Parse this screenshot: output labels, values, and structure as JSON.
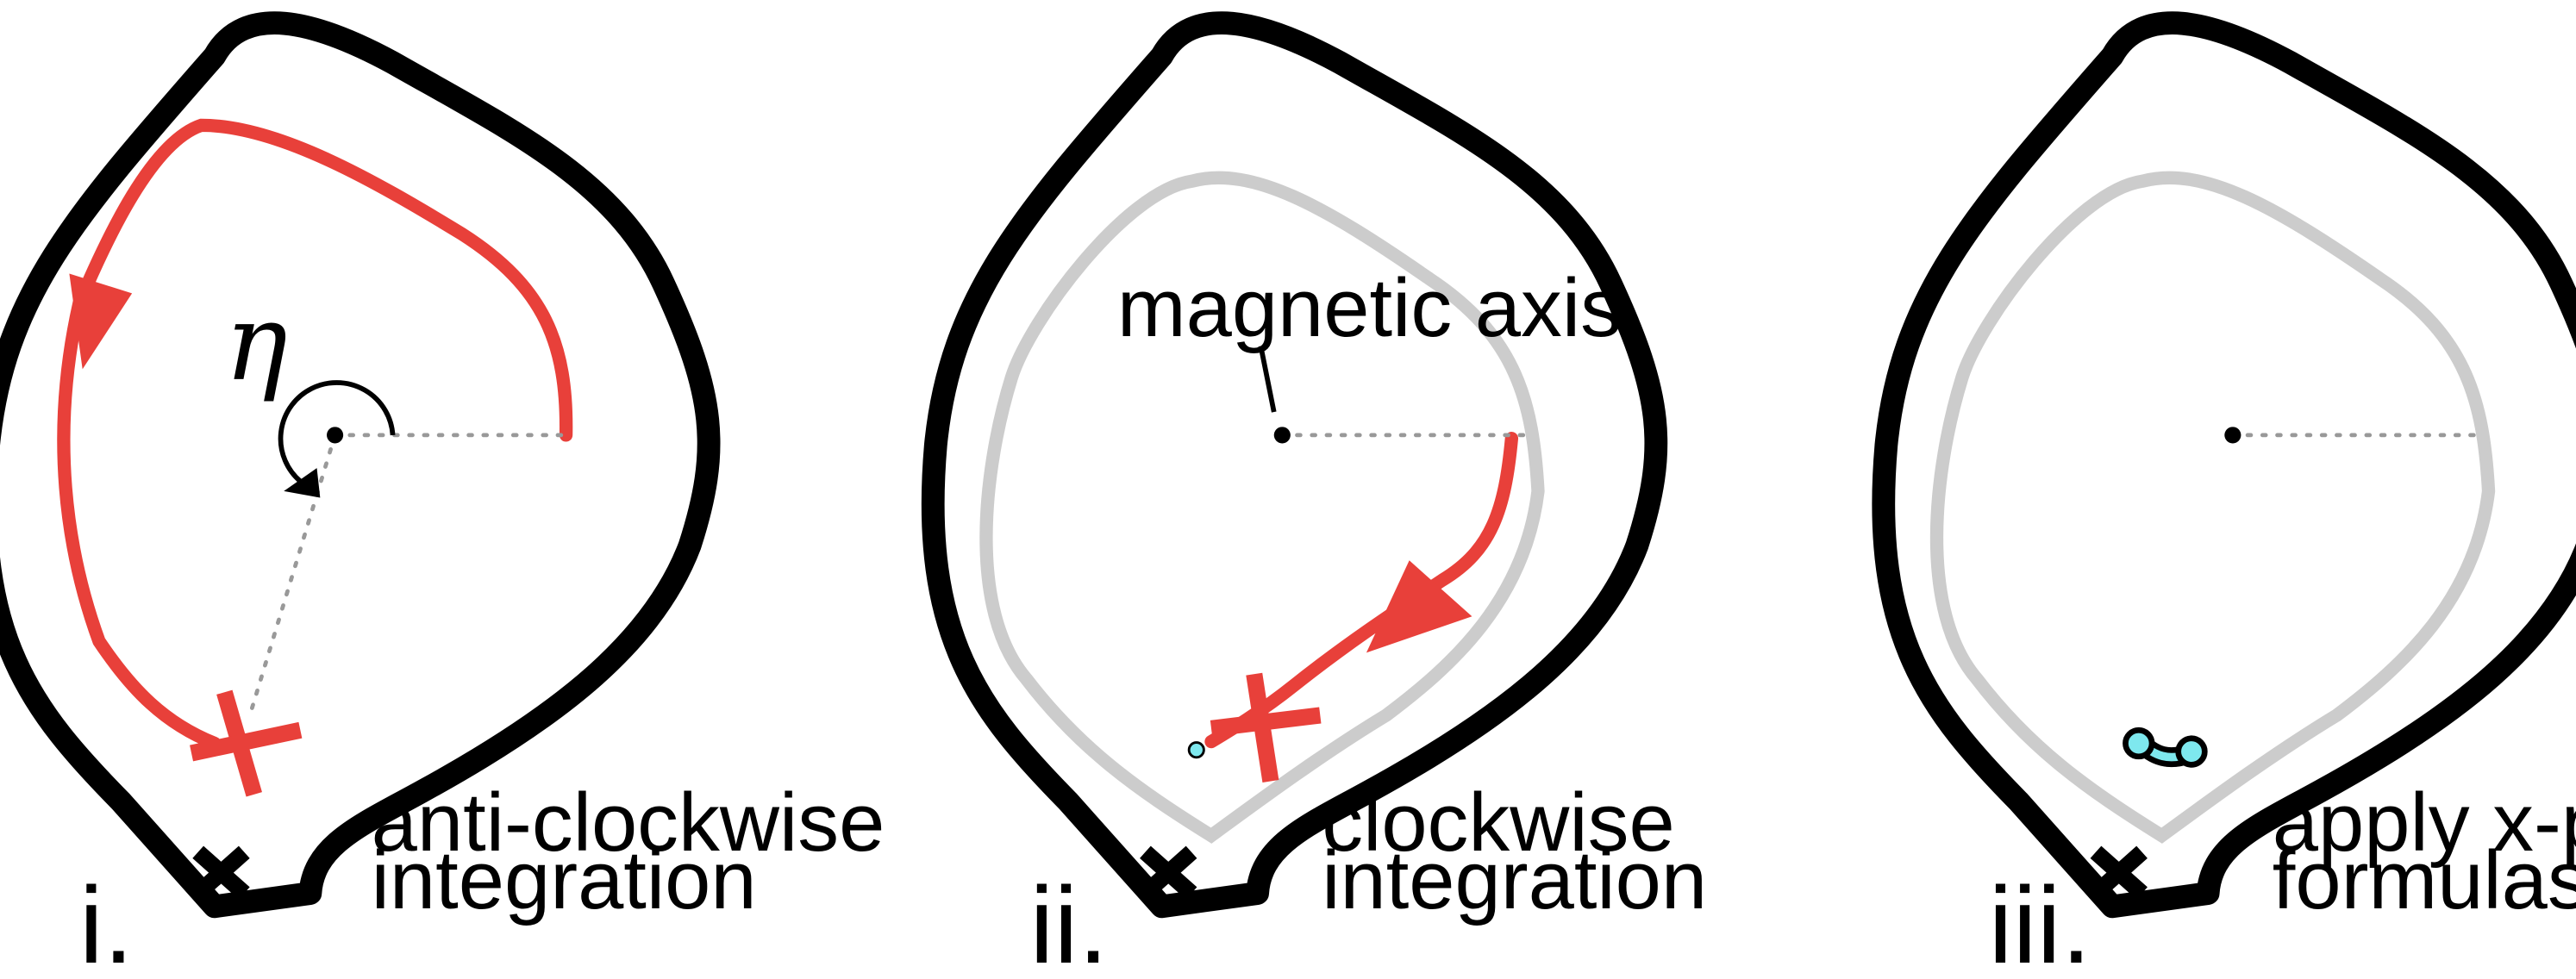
{
  "panels": [
    {
      "numeral": "i.",
      "caption_line1": "anti-clockwise",
      "caption_line2": "integration"
    },
    {
      "numeral": "ii.",
      "caption_line1": "clockwise",
      "caption_line2": "integration"
    },
    {
      "numeral": "iii.",
      "caption_line1": "apply x-point",
      "caption_line2": "formulas"
    }
  ],
  "angle_symbol": "η",
  "axis_label": "magnetic axis",
  "colors": {
    "boundary": "#000000",
    "path": "#e8403a",
    "faded_path": "#cccccc",
    "marker": "#7ee8ee",
    "guide": "#999999"
  }
}
